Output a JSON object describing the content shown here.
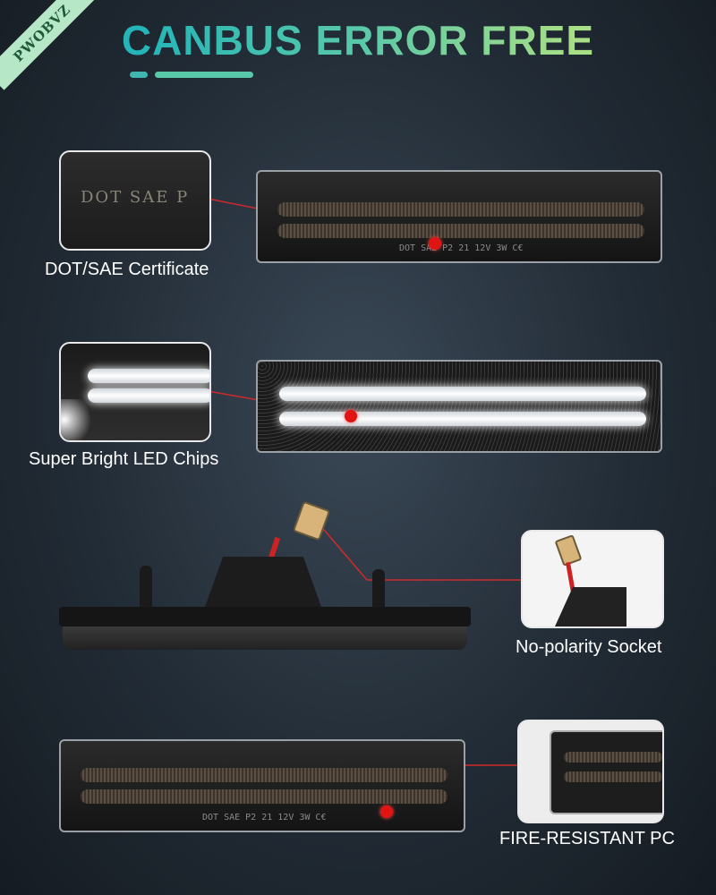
{
  "brand": "PWOBVZ",
  "headline": "CANBUS ERROR FREE",
  "colors": {
    "accent_teal": "#25b5b8",
    "accent_green": "#a7de86",
    "callout_red": "#e11414"
  },
  "features": [
    {
      "label": "DOT/SAE Certificate",
      "detail_text": "DOT SAE P"
    },
    {
      "label": "Super Bright LED Chips"
    },
    {
      "label": "No-polarity Socket"
    },
    {
      "label": "FIRE-RESISTANT PC"
    }
  ],
  "lamp_marking": "DOT SAE P2 21 12V 3W C€"
}
